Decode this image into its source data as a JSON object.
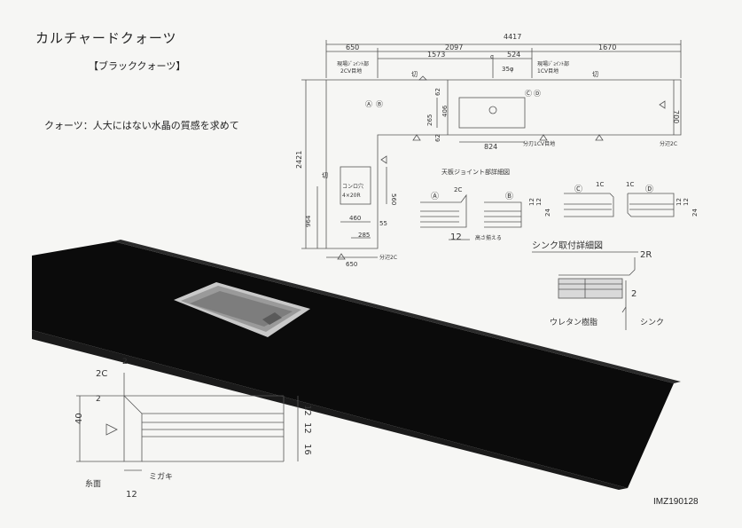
{
  "header": {
    "title": "カルチャードクォーツ",
    "subtitle": "【ブラッククォーツ】",
    "tagline": "クォーツ：人大にはない水晶の質感を求めて"
  },
  "footer": {
    "code": "IMZ190128"
  },
  "plan": {
    "total_width": "4417",
    "seg_left": "650",
    "seg_mid": "2097",
    "seg_right": "1670",
    "seg_1573": "1573",
    "seg_524": "524",
    "hole_dia": "35φ",
    "joint_note_left": "現場ｼﾞｮｲﾝﾄ部",
    "joint_note_left2": "2CV目地",
    "joint_note_right": "現場ｼﾞｮｲﾝﾄ部",
    "joint_note_right2": "1CV目地",
    "depth_700": "700",
    "dim_62a": "62",
    "dim_406": "406",
    "dim_265": "265",
    "dim_62b": "62",
    "sink_width": "824",
    "bottom_note": "分刃1CV目地",
    "edge_note": "分辺2C",
    "total_depth": "2421",
    "stove_label": "コンロ穴",
    "stove_spec": "4×20R",
    "dim_560": "560",
    "dim_964": "964",
    "dim_460": "460",
    "dim_55": "55",
    "dim_285": "285",
    "dim_650b": "650",
    "edge_note_b": "分辺2C",
    "cut_mark": "切",
    "label_A": "Ⓐ",
    "label_B": "Ⓑ",
    "label_C": "Ⓒ",
    "label_D": "Ⓓ",
    "c_mark": "c"
  },
  "joint_detail": {
    "title": "天板ジョイント部詳細図",
    "label_A": "Ⓐ",
    "label_B": "Ⓑ",
    "label_C": "Ⓒ",
    "label_D": "Ⓓ",
    "chamfer_2c": "2C",
    "chamfer_1c_a": "1C",
    "chamfer_1c_b": "1C",
    "dim_12": "12",
    "note_height": "高さ揃える",
    "dim_12_12a": "12",
    "dim_12_12b": "12",
    "dim_24a": "24",
    "dim_12_12c": "12",
    "dim_12_12d": "12",
    "dim_24b": "24"
  },
  "sink_detail": {
    "title": "シンク取付詳細図",
    "radius": "2R",
    "gap": "2",
    "resin": "ウレタン樹脂",
    "sink": "シンク"
  },
  "edge_detail": {
    "chamfer_top": "2",
    "chamfer_2c": "2C",
    "chamfer_side": "2",
    "height_40": "40",
    "h12a": "12",
    "h12b": "12",
    "h16": "16",
    "polish": "ミガキ",
    "thread": "糸面",
    "width_12": "12"
  },
  "colors": {
    "counter": "#0c0c0c",
    "line": "#555555",
    "sink_steel": "#b8b8b8"
  }
}
